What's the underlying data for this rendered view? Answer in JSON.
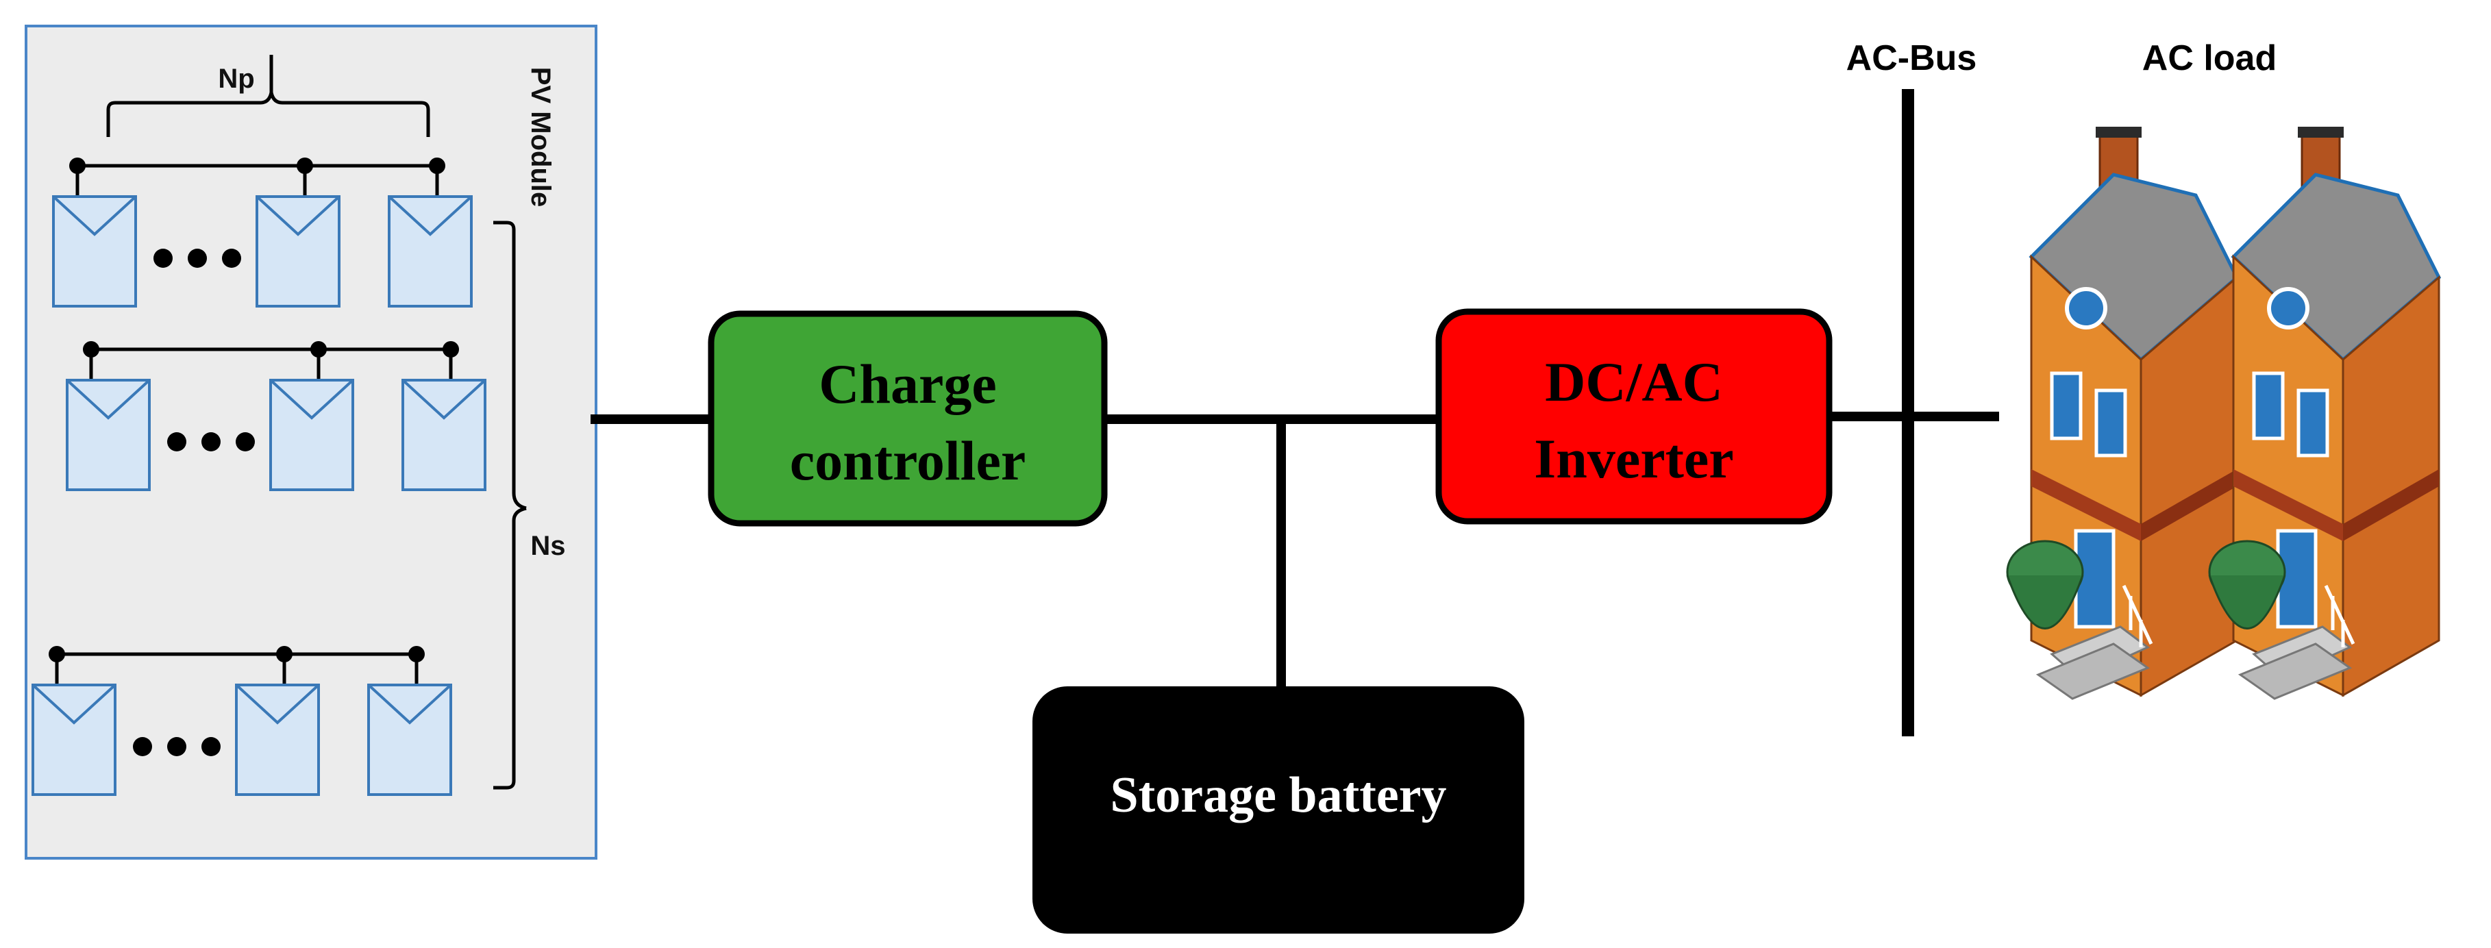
{
  "pv_array": {
    "title": "PV Module",
    "parallel_label": "Np",
    "series_label": "Ns",
    "ellipsis": "•••",
    "rows": 3,
    "panels_shown_per_row": 3
  },
  "charge_controller": {
    "line1": "Charge",
    "line2": "controller",
    "color": "#3fa535"
  },
  "inverter": {
    "line1": "DC/AC",
    "line2": "Inverter",
    "color": "#ff0000"
  },
  "battery": {
    "label": "Storage battery",
    "color": "#000000"
  },
  "ac_bus": {
    "label": "AC-Bus"
  },
  "ac_load": {
    "label": "AC load",
    "houses": 2
  },
  "colors": {
    "panel_fill": "#d6e6f6",
    "panel_stroke": "#3a79b8",
    "pv_background": "#ececec",
    "pv_border": "#4a86c8",
    "wire": "#000000",
    "house_wall": "#e58a2c",
    "house_roof": "#8d8d8d",
    "house_trim": "#1f6fb5"
  }
}
